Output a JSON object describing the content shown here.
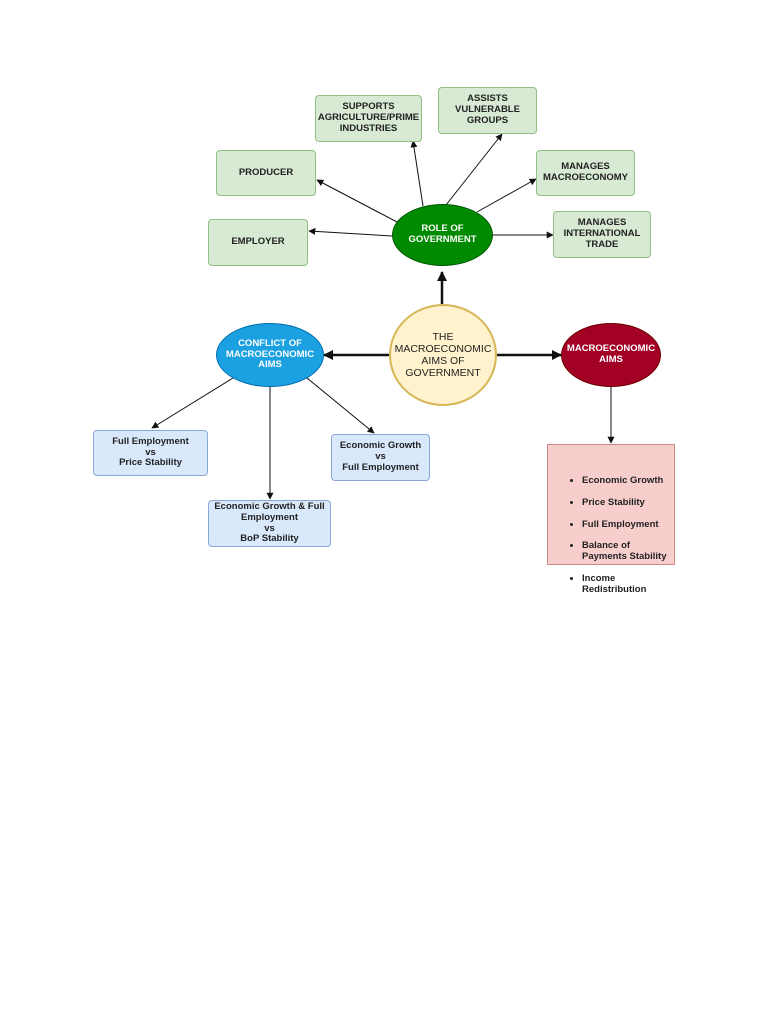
{
  "diagram": {
    "center": "THE\nMACROECONOMIC\nAIMS OF\nGOVERNMENT",
    "role": {
      "title": "ROLE OF\nGOVERNMENT",
      "items": [
        "SUPPORTS\nAGRICULTURE/PRIME\nINDUSTRIES",
        "ASSISTS\nVULNERABLE\nGROUPS",
        "PRODUCER",
        "MANAGES\nMACROECONOMY",
        "EMPLOYER",
        "MANAGES\nINTERNATIONAL\nTRADE"
      ]
    },
    "conflict": {
      "title": "CONFLICT OF\nMACROECONOMIC\nAIMS",
      "items": [
        "Full Employment\nvs\nPrice Stability",
        "Economic Growth & Full\nEmployment\nvs\nBoP Stability",
        "Economic Growth\nvs\nFull Employment"
      ]
    },
    "aims": {
      "title": "MACROECONOMIC\nAIMS",
      "list": [
        "Economic Growth",
        "Price Stability",
        "Full Employment",
        "Balance of\nPayments Stability",
        "Income\nRedistribution"
      ]
    }
  },
  "colors": {
    "role_ellipse": "#008a00",
    "role_items": "#d8ead3",
    "center": "#fff2cc",
    "conflict_ellipse": "#1ba1e2",
    "conflict_items": "#dae8fc",
    "aims_ellipse": "#a20025",
    "aims_box": "#f8cecc"
  }
}
